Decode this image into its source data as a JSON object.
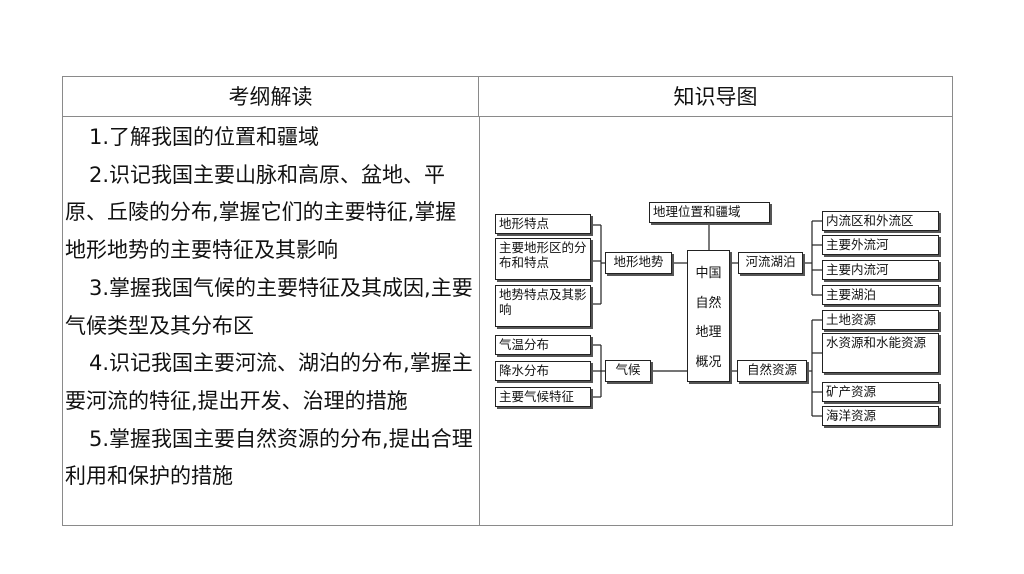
{
  "table": {
    "headers": {
      "left": "考纲解读",
      "right": "知识导图"
    },
    "items": [
      "1.了解我国的位置和疆域",
      "2.识记我国主要山脉和高原、盆地、平原、丘陵的分布,掌握它们的主要特征,掌握地形地势的主要特征及其影响",
      "3.掌握我国气候的主要特征及其成因,主要气候类型及其分布区",
      "4.识记我国主要河流、湖泊的分布,掌握主要河流的特征,提出开发、治理的措施",
      "5.掌握我国主要自然资源的分布,提出合理利用和保护的措施"
    ]
  },
  "mindmap": {
    "top": "地理位置和疆域",
    "center": [
      "中国",
      "自然",
      "地理",
      "概况"
    ],
    "terrain": "地形地势",
    "terrain_items": [
      "地形特点",
      "主要地形区的分布和特点",
      "地势特点及其影响"
    ],
    "climate": "气候",
    "climate_items": [
      "气温分布",
      "降水分布",
      "主要气候特征"
    ],
    "rivers": "河流湖泊",
    "rivers_items": [
      "内流区和外流区",
      "主要外流河",
      "主要内流河",
      "主要湖泊"
    ],
    "resources": "自然资源",
    "resources_items": [
      "土地资源",
      "水资源和水能资源",
      "矿产资源",
      "海洋资源"
    ]
  }
}
